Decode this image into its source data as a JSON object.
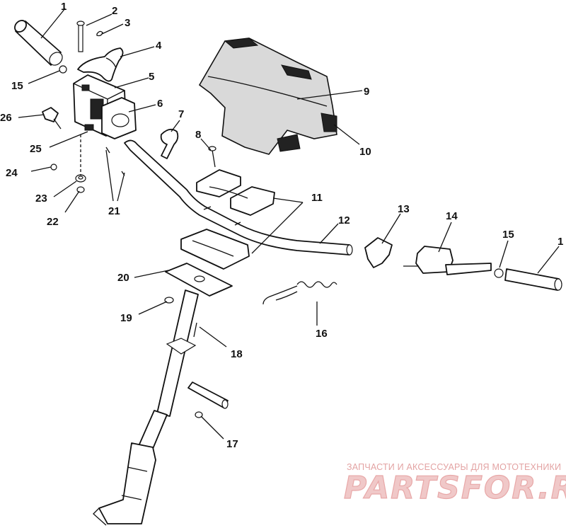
{
  "diagram": {
    "labels": {
      "n1a": "1",
      "n2": "2",
      "n3": "3",
      "n4": "4",
      "n5": "5",
      "n6": "6",
      "n7": "7",
      "n8": "8",
      "n9": "9",
      "n10": "10",
      "n11": "11",
      "n12": "12",
      "n13": "13",
      "n14": "14",
      "n15a": "15",
      "n15b": "15",
      "n1b": "1",
      "n16": "16",
      "n17": "17",
      "n18": "18",
      "n19": "19",
      "n20": "20",
      "n21": "21",
      "n22": "22",
      "n23": "23",
      "n24": "24",
      "n25": "25",
      "n26": "26"
    }
  },
  "watermark": {
    "caption": "ЗАПЧАСТИ И АКСЕССУАРЫ ДЛЯ МОТОТЕХНИКИ",
    "brand": "PARTSFOR.RU",
    "color": "#e8a0a0"
  }
}
